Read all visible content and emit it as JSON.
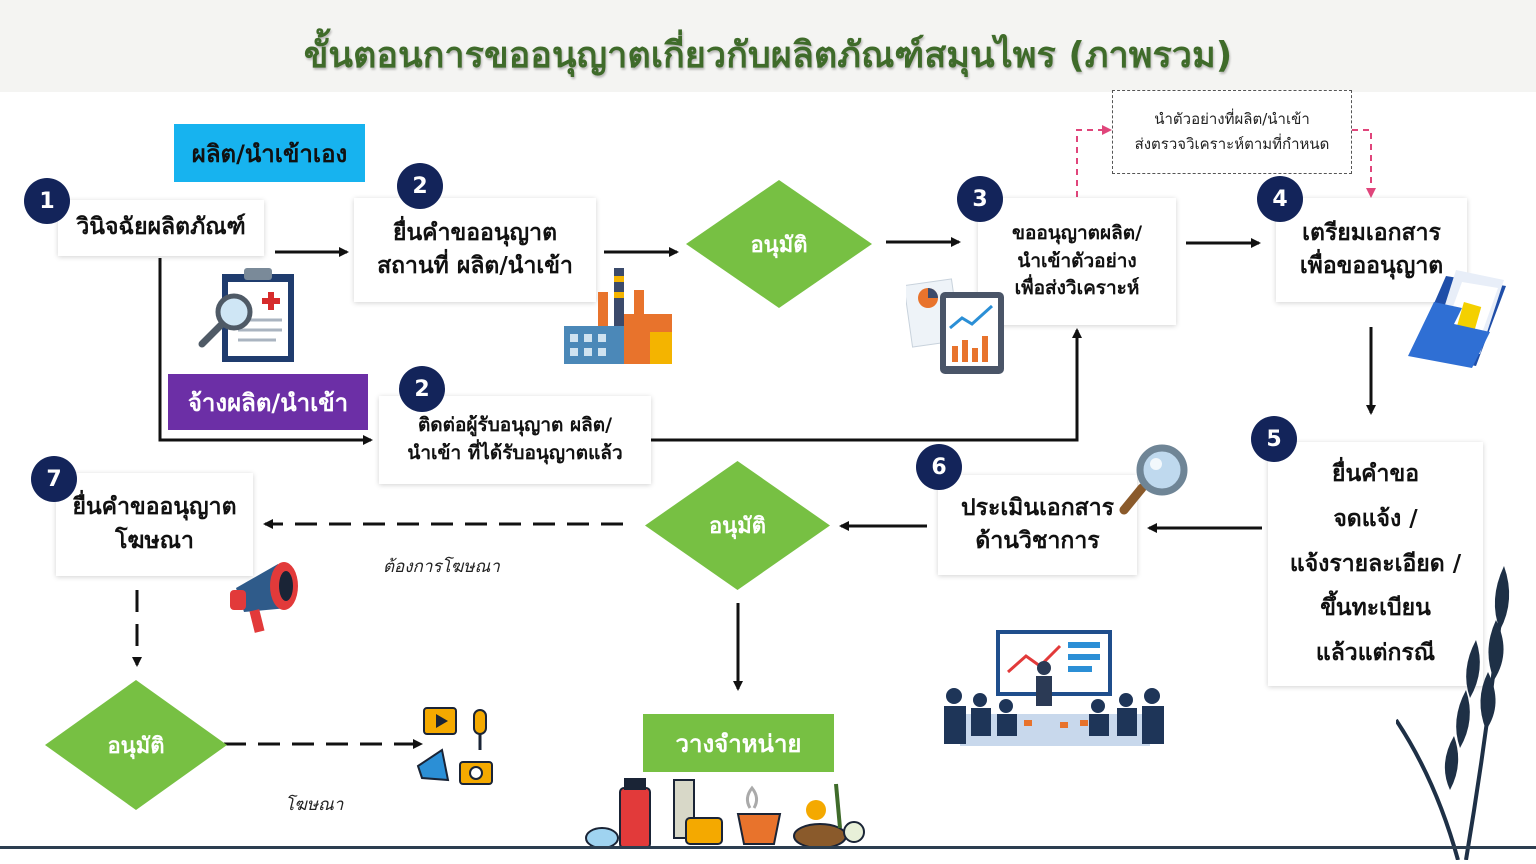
{
  "title": "ขั้นตอนการขออนุญาตเกี่ยวกับผลิตภัณฑ์สมุนไพร (ภาพรวม)",
  "tags": {
    "self": "ผลิต/นำเข้าเอง",
    "contract": "จ้างผลิต/นำเข้า",
    "sale": "วางจำหน่าย"
  },
  "steps": {
    "s1": {
      "num": "1",
      "line1": "วินิจฉัยผลิตภัณฑ์"
    },
    "s2a": {
      "num": "2",
      "line1": "ยื่นคำขออนุญาต",
      "line2": "สถานที่ ผลิต/นำเข้า"
    },
    "s2b": {
      "num": "2",
      "line1": "ติดต่อผู้รับอนุญาต ผลิต/",
      "line2": "นำเข้า ที่ได้รับอนุญาตแล้ว"
    },
    "s3": {
      "num": "3",
      "line1": "ขออนุญาตผลิต/",
      "line2": "นำเข้าตัวอย่าง",
      "line3": "เพื่อส่งวิเคราะห์"
    },
    "s4": {
      "num": "4",
      "line1": "เตรียมเอกสาร",
      "line2": "เพื่อขออนุญาต"
    },
    "s5": {
      "num": "5",
      "line1": "ยื่นคำขอ",
      "line2": "จดแจ้ง /",
      "line3": "แจ้งรายละเอียด /",
      "line4": "ขึ้นทะเบียน",
      "line5": "แล้วแต่กรณี"
    },
    "s6": {
      "num": "6",
      "line1": "ประเมินเอกสาร",
      "line2": "ด้านวิชาการ"
    },
    "s7": {
      "num": "7",
      "line1": "ยื่นคำขออนุญาต",
      "line2": "โฆษณา"
    }
  },
  "approve_label": "อนุมัติ",
  "note": {
    "line1": "นำตัวอย่างที่ผลิต/นำเข้า",
    "line2": "ส่งตรวจวิเคราะห์ตามที่กำหนด"
  },
  "labels": {
    "want_advert": "ต้องการโฆษณา",
    "advert": "โฆษณา"
  },
  "colors": {
    "title": "#3f6b2a",
    "badge": "#13245a",
    "diamond": "#77c043",
    "tag_self": "#17b3ef",
    "tag_contract": "#6c2fa6",
    "tag_sale": "#77c043",
    "note_arrow": "#e0457b"
  },
  "icons": [
    "clipboard-magnifier-icon",
    "factory-icon",
    "report-tablet-icon",
    "folder-documents-icon",
    "megaphone-icon",
    "magnifier-icon",
    "meeting-presentation-icon",
    "media-advert-icon",
    "herbal-products-icon",
    "wheat-decoration-icon"
  ]
}
